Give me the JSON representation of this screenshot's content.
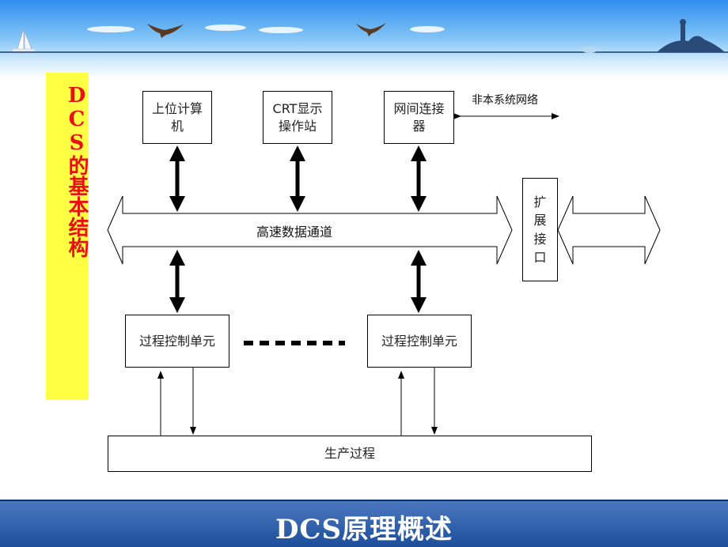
{
  "slide": {
    "title": "DCS原理概述",
    "side_title": "DCS的基本结构"
  },
  "diagram": {
    "nodes": {
      "upper_computer": "上位计算\n机",
      "crt_station": "CRT显示\n操作站",
      "gateway": "网间连接\n器",
      "external_network": "非本系统网络",
      "data_highway": "高速数据通道",
      "expansion_interface": "扩\n展\n接\n口",
      "process_control_unit_1": "过程控制单元",
      "process_control_unit_2": "过程控制单元",
      "production_process": "生产过程"
    }
  },
  "colors": {
    "header_top": "#2f8ff0",
    "footer": "#1e4e9a",
    "side_banner": "#ffff44",
    "side_title": "#e81010"
  }
}
